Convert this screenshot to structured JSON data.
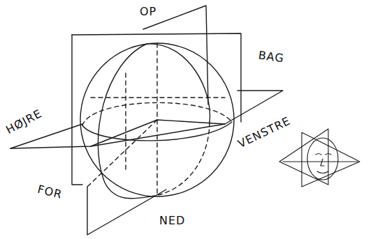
{
  "diagram": {
    "labels": [
      "OP",
      "BAG",
      "HØJRE",
      "VENSTRE",
      "FOR",
      "NED"
    ]
  }
}
